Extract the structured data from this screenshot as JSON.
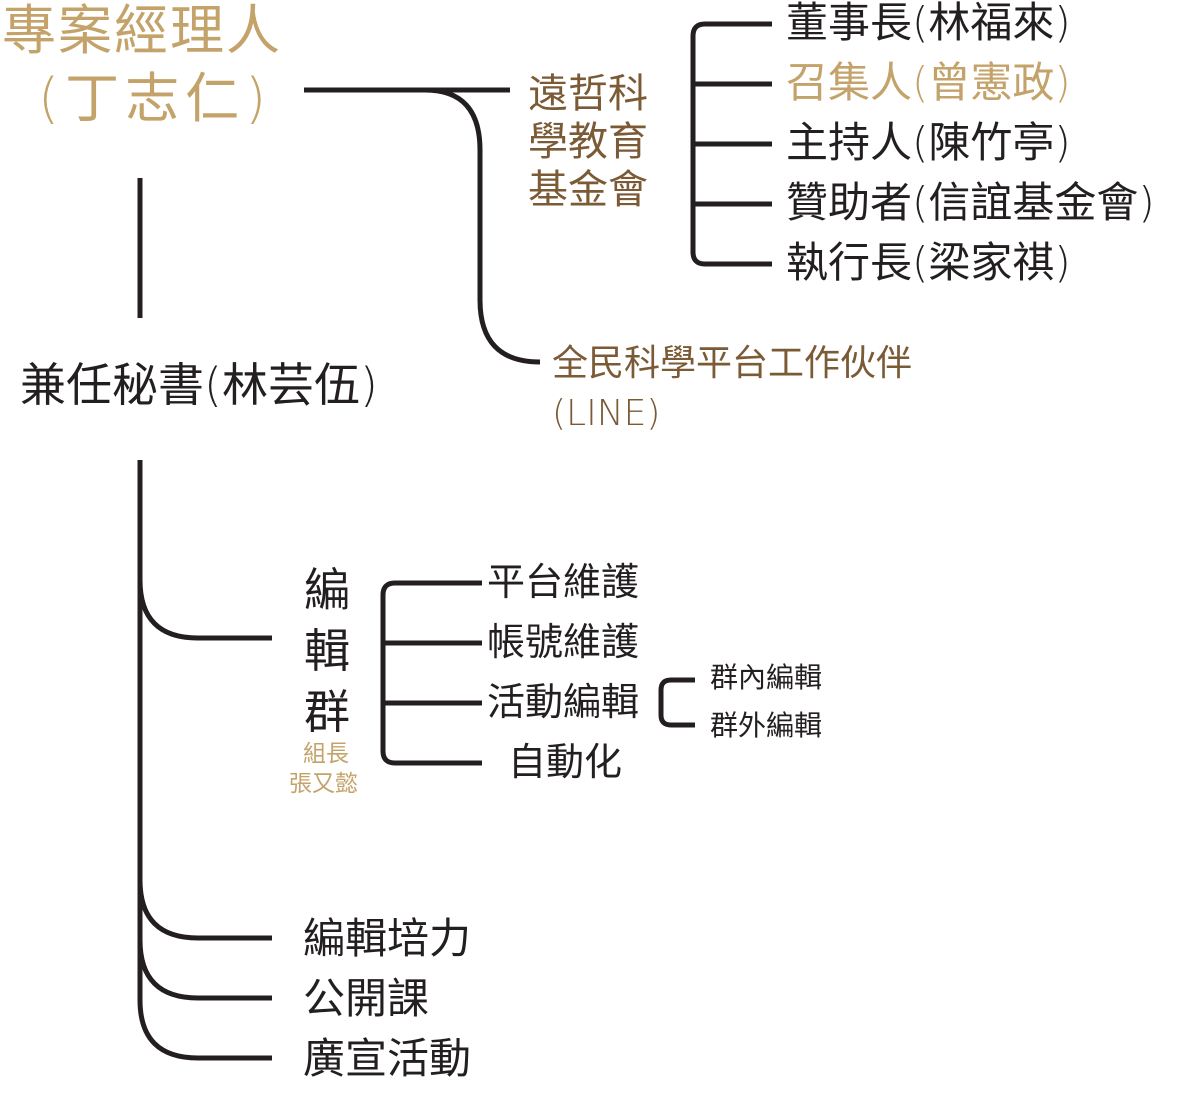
{
  "manager": {
    "title": "專案經理人",
    "name": "(丁志仁)"
  },
  "secretary": "兼任秘書(林芸伍)",
  "foundation": {
    "lines": [
      "遠哲科",
      "學教育",
      "基金會"
    ],
    "roles": [
      "董事長(林福來)",
      "召集人(曾憲政)",
      "主持人(陳竹亭)",
      "贊助者(信誼基金會)",
      "執行長(梁家祺)"
    ]
  },
  "partners": {
    "line1": "全民科學平台工作伙伴",
    "line2": "(LINE)"
  },
  "editors": {
    "chars": [
      "編",
      "輯",
      "群"
    ],
    "leader_title": "組長",
    "leader_name": "張又懿",
    "tasks": [
      "平台維護",
      "帳號維護",
      "活動編輯",
      "自動化"
    ],
    "subtasks": [
      "群內編輯",
      "群外編輯"
    ]
  },
  "other_branches": [
    "編輯培力",
    "公開課",
    "廣宣活動"
  ],
  "colors": {
    "gold": "#c4a36a",
    "brown": "#7b5a36",
    "line": "#231f20"
  }
}
